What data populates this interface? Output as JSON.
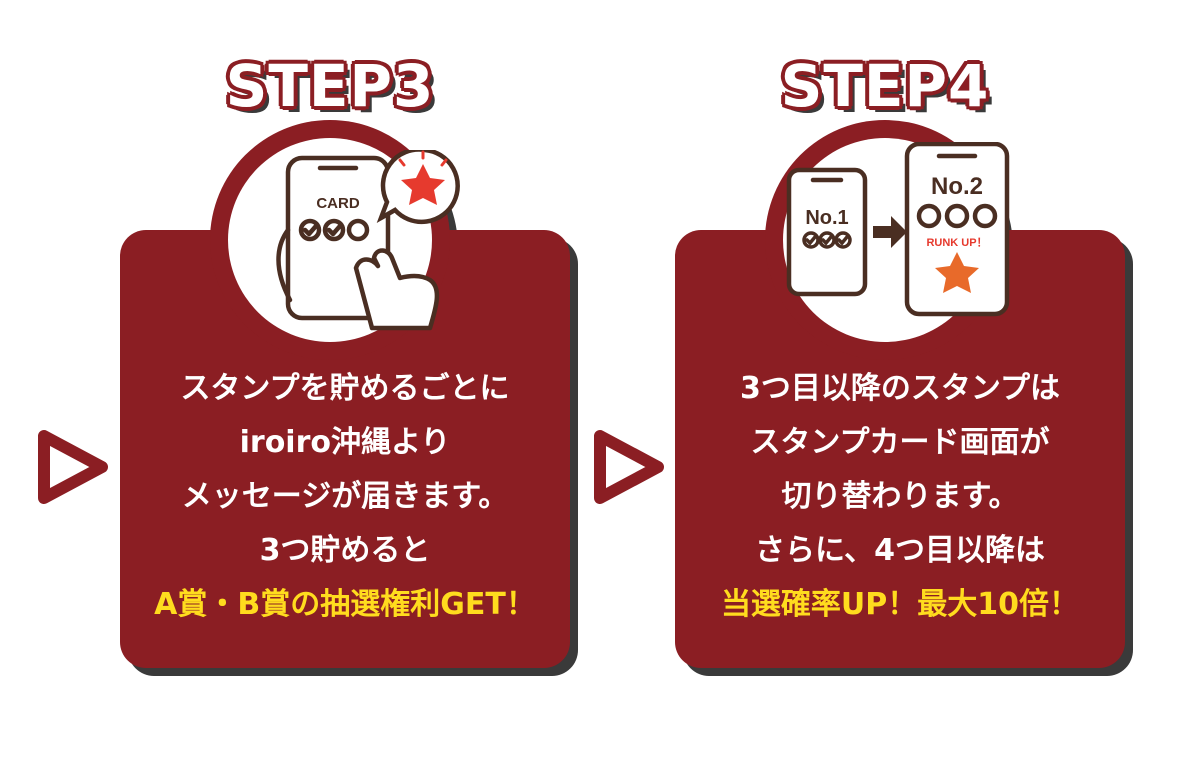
{
  "colors": {
    "primary": "#8b1e23",
    "shadow": "#3a3a3a",
    "highlight": "#ffdc1e",
    "star": "#e63a2e",
    "text": "#ffffff"
  },
  "arrows": [
    {
      "icon": "play-triangle-icon"
    },
    {
      "icon": "play-triangle-icon"
    }
  ],
  "steps": [
    {
      "title": "STEP3",
      "illustration": {
        "icon": "phone-tap-card-icon",
        "card_label": "CARD"
      },
      "lines": [
        "スタンプを貯めるごとに",
        "iroiro沖縄より",
        "メッセージが届きます。",
        "3つ貯めると"
      ],
      "highlight": "A賞・B賞の抽選権利GET！"
    },
    {
      "title": "STEP4",
      "illustration": {
        "icon": "phone-rank-up-icon",
        "rank_from": "No.1",
        "rank_to": "No.2",
        "rank_up_label": "RUNK UP！"
      },
      "lines": [
        "3つ目以降のスタンプは",
        "スタンプカード画面が",
        "切り替わります。",
        "さらに、4つ目以降は"
      ],
      "highlight": "当選確率UP！最大10倍！"
    }
  ]
}
